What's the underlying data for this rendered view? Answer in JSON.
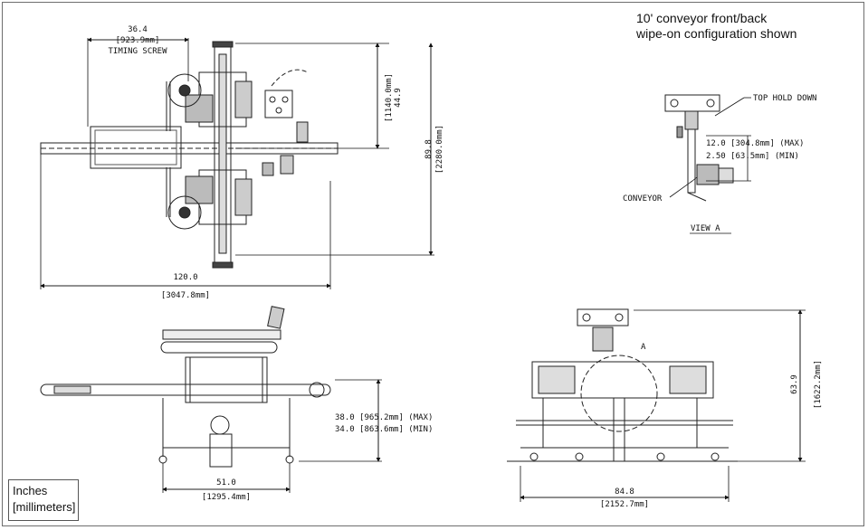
{
  "note": {
    "line1": "10' conveyor front/back",
    "line2": "wipe-on configuration shown"
  },
  "units": {
    "line1": "Inches",
    "line2": "[millimeters]"
  },
  "top_view": {
    "timing_screw_in": "36.4",
    "timing_screw_mm": "[923.9mm]",
    "timing_screw_label": "TIMING SCREW",
    "half_width_in": "44.9",
    "half_width_mm": "[1140.0mm]",
    "full_width_in": "89.8",
    "full_width_mm": "[2280.0mm]",
    "length_in": "120.0",
    "length_mm": "[3047.8mm]"
  },
  "view_a": {
    "top_hold_down": "TOP HOLD DOWN",
    "max_height": "12.0 [304.8mm] (MAX)",
    "min_height": "2.50 [63.5mm] (MIN)",
    "conveyor": "CONVEYOR",
    "title": "VIEW A"
  },
  "side_view": {
    "max_height": "38.0 [965.2mm] (MAX)",
    "min_height": "34.0 [863.6mm] (MIN)",
    "base_in": "51.0",
    "base_mm": "[1295.4mm]"
  },
  "front_view": {
    "callout": "A",
    "height_in": "63.9",
    "height_mm": "[1622.2mm]",
    "width_in": "84.8",
    "width_mm": "[2152.7mm]"
  }
}
